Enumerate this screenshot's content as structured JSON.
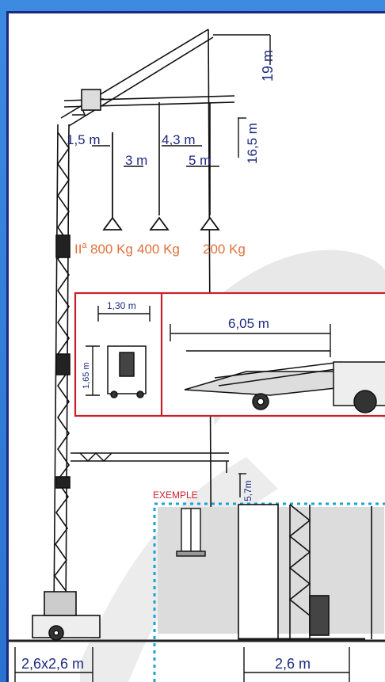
{
  "colors": {
    "frame_blue": "#2f7fd8",
    "label_blue": "#1d2a80",
    "label_orange": "#e0703a",
    "box_red": "#c8202a",
    "dashed_cyan": "#1aa3d8",
    "ink": "#111111"
  },
  "crane": {
    "height_top": "19 m",
    "height_mid": "16,5 m",
    "height_low": "5,7m",
    "reach_1": "1,5 m",
    "reach_2": "3 m",
    "reach_3": "4,3 m",
    "reach_4": "5 m",
    "load_prefix": "II",
    "load_prefix_sup": "a",
    "load_1": "800 Kg",
    "load_2": "400 Kg",
    "load_3": "200 Kg",
    "base_size": "2,6x2,6 m"
  },
  "transport": {
    "width": "1,30 m",
    "height": "1,65 m",
    "length": "6,05 m"
  },
  "example": {
    "label": "EXEMPLE",
    "width": "2,6 m"
  }
}
